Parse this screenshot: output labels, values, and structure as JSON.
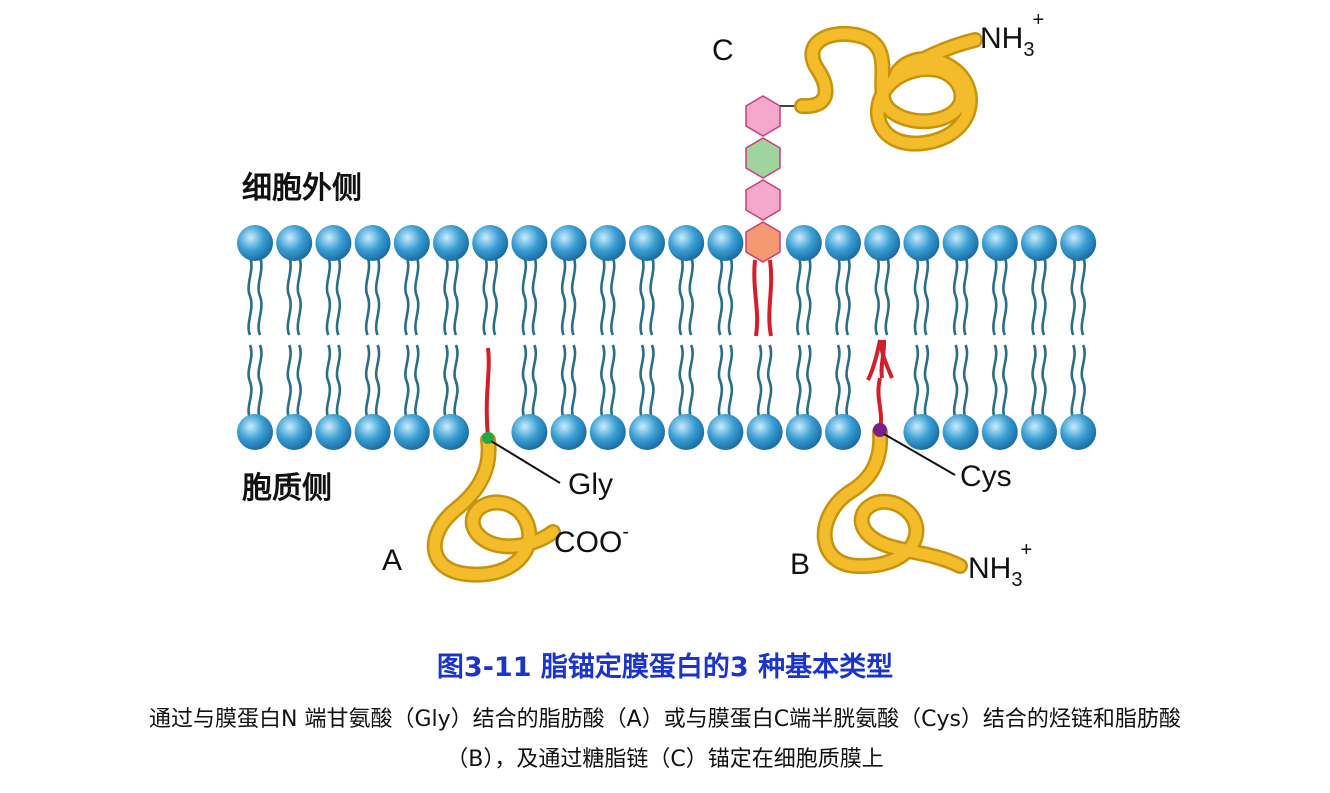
{
  "labels": {
    "outside": "细胞外侧",
    "inside": "胞质侧",
    "a": "A",
    "b": "B",
    "c": "C",
    "gly": "Gly",
    "cys": "Cys",
    "coo": "COO",
    "coo_sup": "-",
    "nh": "NH",
    "nh_sub": "3",
    "nh_sup": "+"
  },
  "figure": {
    "title": "图3-11 脂锚定膜蛋白的3 种基本类型",
    "caption_line1": "通过与膜蛋白N 端甘氨酸（Gly）结合的脂肪酸（A）或与膜蛋白C端半胱氨酸（Cys）结合的烃链和脂肪酸",
    "caption_line2": "（B），及通过糖脂链（C）锚定在细胞质膜上"
  },
  "colors": {
    "head": "#3b9fd3",
    "tail": "#2a6f86",
    "lipid_anchor": "#d21f2a",
    "protein": "#f2bc2a",
    "protein_edge": "#c8920c",
    "sugar_pink": "#f4a9cc",
    "sugar_green": "#9fd49d",
    "sugar_orange": "#f39a72",
    "gly_dot": "#1ea84a",
    "cys_dot": "#7b1f8c",
    "title": "#1a35c8"
  }
}
